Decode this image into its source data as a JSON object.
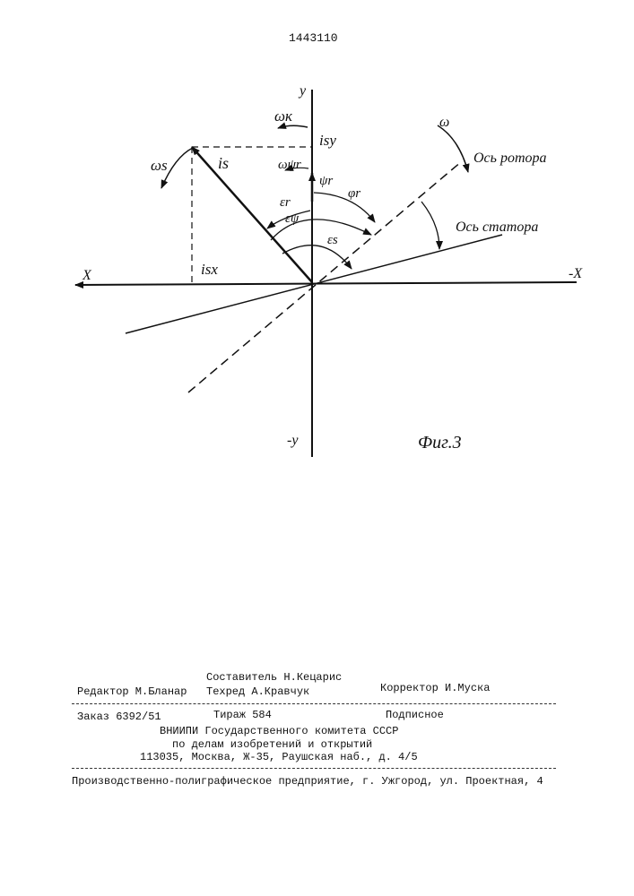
{
  "patent_number": "1443110",
  "figure": {
    "caption": "Фиг.3",
    "labels": {
      "y": "y",
      "neg_y": "-y",
      "x": "X",
      "neg_x": "-X",
      "rotor_axis": "Ось ротора",
      "stator_axis": "Ось статора",
      "omega": "ω",
      "omega_k": "ωк",
      "omega_s": "ωs",
      "omega_psi": "ωψr",
      "i_s": "is",
      "i_sy": "isy",
      "i_sx": "isx",
      "psi_r": "ψr",
      "phi_r": "φr",
      "eps_r": "εr",
      "eps_psi": "εψ",
      "eps_s": "εs"
    }
  },
  "colophon": {
    "compiler": "Составитель Н.Кецарис",
    "editor": "Редактор М.Бланар",
    "techred": "Техред А.Кравчук",
    "corrector": "Корректор И.Муска",
    "order": "Заказ 6392/51",
    "circulation": "Тираж 584",
    "subscription": "Подписное",
    "org1": "ВНИИПИ Государственного комитета СССР",
    "org2": "по делам изобретений и открытий",
    "address": "113035, Москва, Ж-35, Раушская наб., д. 4/5",
    "printer": "Производственно-полиграфическое предприятие, г. Ужгород, ул. Проектная, 4"
  }
}
